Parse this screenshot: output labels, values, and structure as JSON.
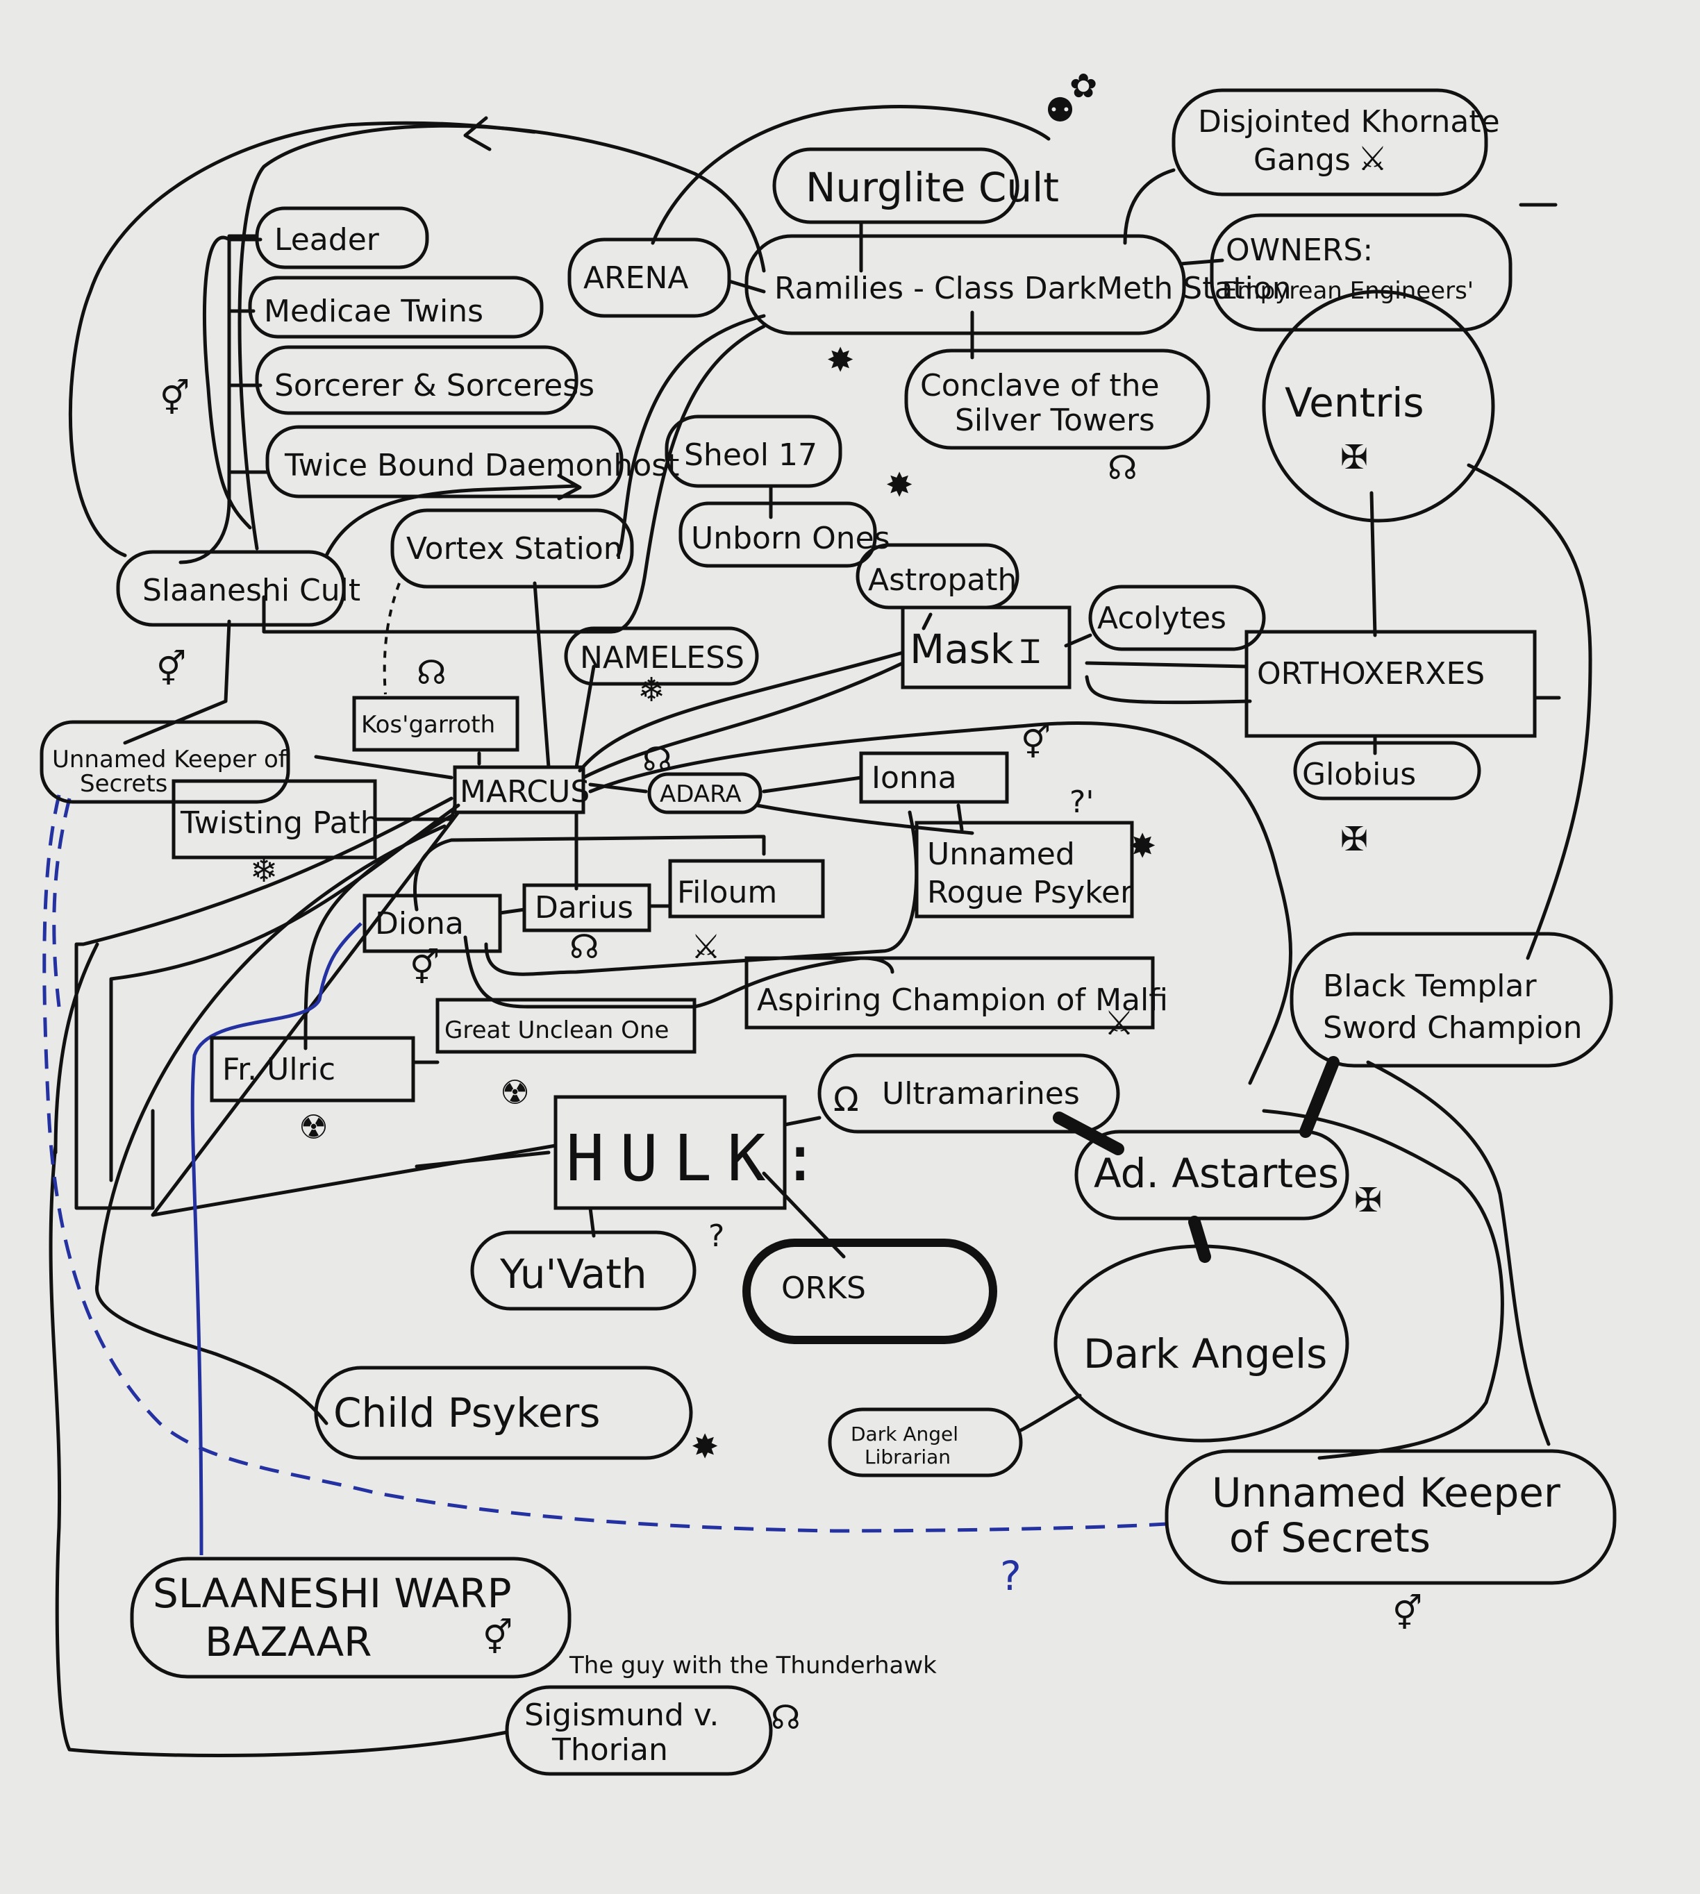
{
  "nodes": {
    "nurglite_cult": "Nurglite Cult",
    "disjointed_khornate": [
      "Disjointed Khornate",
      "Gangs"
    ],
    "arena": "ARENA",
    "ramilies": "Ramilies - Class DarkMeth Station",
    "owners": [
      "OWNERS:",
      "Empyrean Engineers'"
    ],
    "conclave": [
      "Conclave of the",
      "Silver Towers"
    ],
    "leader": "Leader",
    "medicae_twins": "Medicae Twins",
    "sorcerer": "Sorcerer & Sorceress",
    "twice_bound": "Twice Bound Daemonhost",
    "sheol": "Sheol 17",
    "unborn": "Unborn Ones",
    "ventris": "Ventris",
    "slaaneshi_cult": "Slaaneshi Cult",
    "vortex": "Vortex Station",
    "astropath": "Astropath",
    "nameless": "NAMELESS",
    "mask": "Mask",
    "acolytes": "Acolytes",
    "orthoxerxes": "ORTHOXERXES",
    "kosgarroth": "Kos'garroth",
    "unnamed_keeper_small": [
      "Unnamed Keeper of",
      "Secrets"
    ],
    "marcus": "MARCUS",
    "adara": "ADARA",
    "ionna": "Ionna",
    "globius": "Globius",
    "twisting_path": "Twisting Path",
    "rogue_psyker": [
      "Unnamed",
      "Rogue Psyker"
    ],
    "diona": "Diona",
    "darius": "Darius",
    "filoum": "Filoum",
    "aspiring": "Aspiring Champion of Malfi",
    "black_templar": [
      "Black Templar",
      "Sword Champion"
    ],
    "fr_ulric": "Fr. Ulric",
    "great_unclean": "Great Unclean One",
    "hulk": "HULK:",
    "ultramarines": "Ultramarines",
    "adastartes": "Ad. Astartes",
    "yuvath": "Yu'Vath",
    "orks": "ORKS",
    "dark_angels": "Dark Angels",
    "dark_angel_librarian": [
      "Dark Angel",
      "Librarian"
    ],
    "child_psykers": "Child Psykers",
    "unnamed_keeper_big": [
      "Unnamed Keeper",
      "of Secrets"
    ],
    "warp_bazaar": [
      "SLAANESHI WARP",
      "BAZAAR"
    ],
    "thunderhawk_note": "The guy with the Thunderhawk",
    "sigismund": [
      "Sigismund v.",
      "Thorian"
    ]
  },
  "marks": {
    "question": "?",
    "question_blue": "?",
    "question_small": "?'"
  },
  "icons": {
    "nurgle_flies": "nurgle-icon",
    "slaanesh": "slaanesh-icon",
    "chaos_star": "chaos-star-icon",
    "tzeentch": "tzeentch-icon",
    "aquila": "aquila-icon",
    "inquisition": "inquisition-icon",
    "ultramarines": "ultramarines-icon"
  },
  "colors": {
    "ink": "#111111",
    "blue_ink": "#2431a0",
    "paper": "#e9e9e7"
  }
}
